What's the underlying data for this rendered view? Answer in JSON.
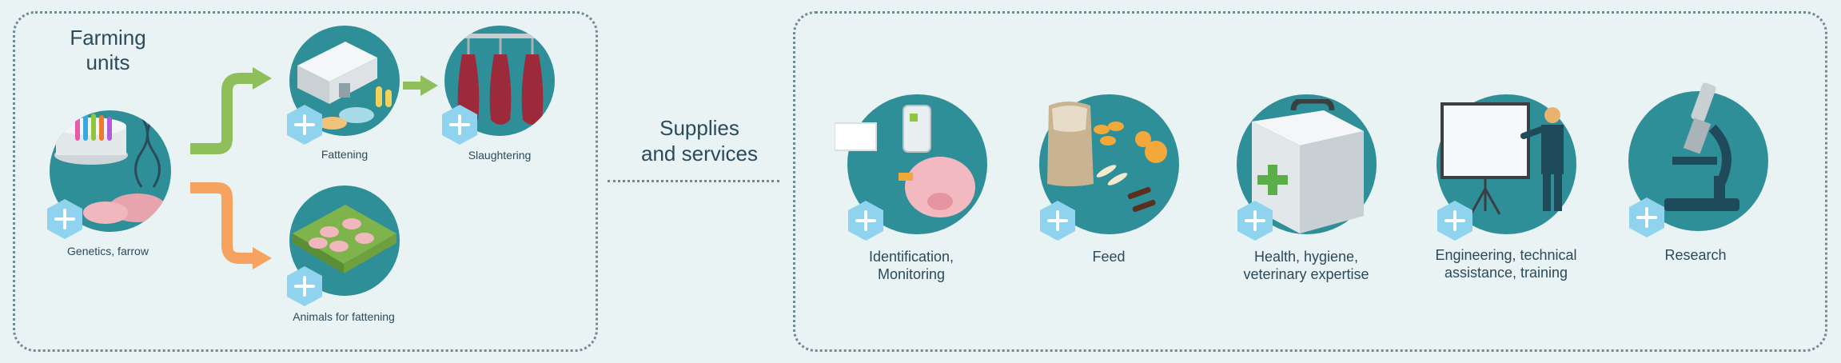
{
  "farming": {
    "title_line1": "Farming",
    "title_line2": "units",
    "units": {
      "genetics": "Genetics, farrow",
      "fattening": "Fattening",
      "slaughtering": "Slaughtering",
      "animals_for_fattening": "Animals for fattening"
    }
  },
  "supplies": {
    "title_line1": "Supplies",
    "title_line2": "and services",
    "items": [
      {
        "line1": "Identification,",
        "line2": "Monitoring"
      },
      {
        "line1": "Feed",
        "line2": ""
      },
      {
        "line1": "Health, hygiene,",
        "line2": "veterinary expertise"
      },
      {
        "line1": "Engineering, technical",
        "line2": "assistance, training"
      },
      {
        "line1": "Research",
        "line2": ""
      }
    ]
  },
  "colors": {
    "circle": "#2f8f98",
    "hex_badge": "#8fd3ef",
    "arrow_green": "#8fbf5a",
    "arrow_orange": "#f5a35f",
    "text": "#2b4a5a",
    "background": "#eaf3f4"
  }
}
